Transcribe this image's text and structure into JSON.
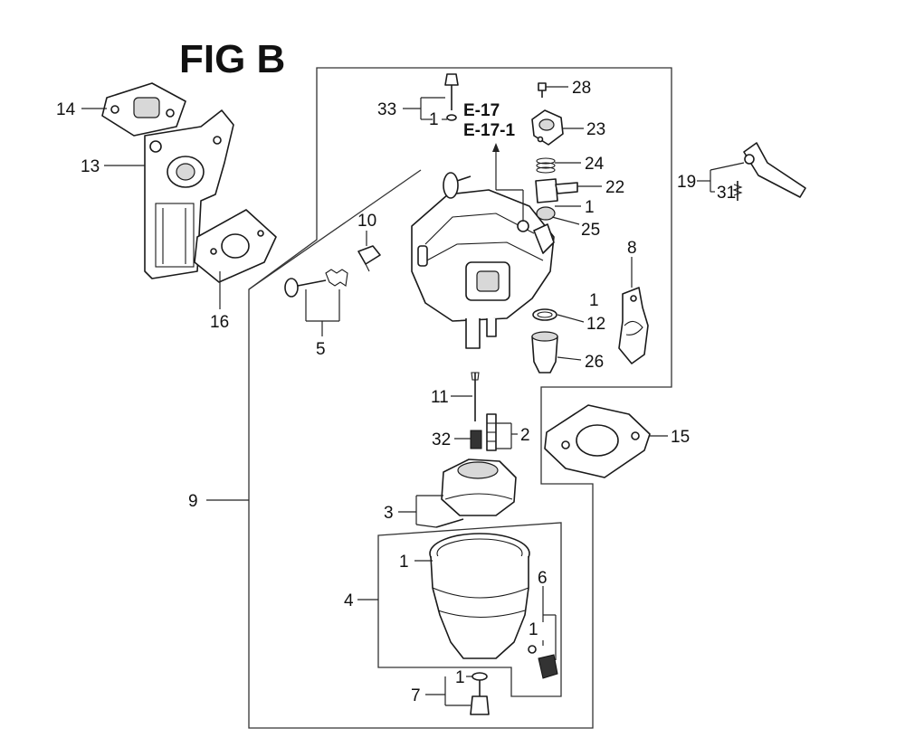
{
  "title": "FIG B",
  "labels": {
    "p1_a": "1",
    "p1_b": "1",
    "p1_c": "1",
    "p1_d": "1",
    "p1_e": "1",
    "p1_f": "1",
    "p2": "2",
    "p3": "3",
    "p4": "4",
    "p5": "5",
    "p6": "6",
    "p7": "7",
    "p8": "8",
    "p9": "9",
    "p10": "10",
    "p11": "11",
    "p12": "12",
    "p13": "13",
    "p14": "14",
    "p15": "15",
    "p16": "16",
    "p19": "19",
    "p22": "22",
    "p23": "23",
    "p24": "24",
    "p25": "25",
    "p26": "26",
    "p28": "28",
    "p31": "31",
    "p32": "32",
    "p33": "33",
    "e17": "E-17",
    "e17_1": "E-17-1"
  }
}
